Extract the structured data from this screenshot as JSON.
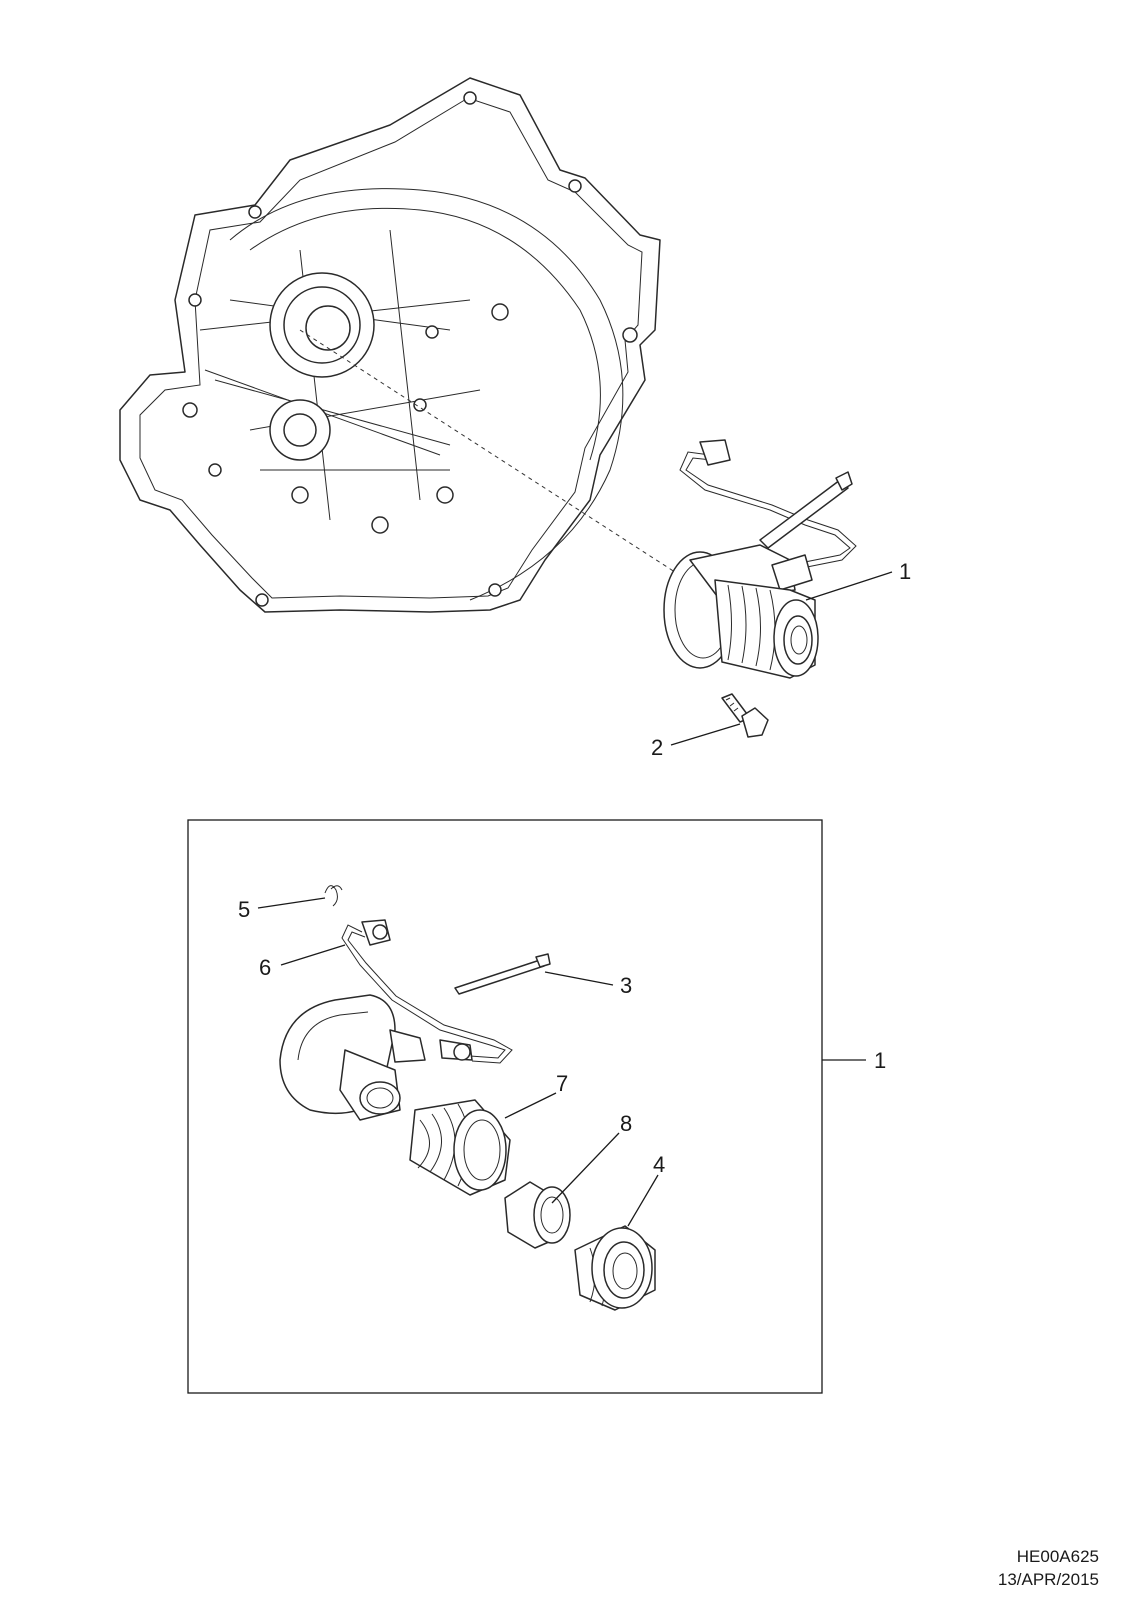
{
  "callouts": {
    "c1_top": "1",
    "c2": "2",
    "c1_box": "1",
    "c3": "3",
    "c4": "4",
    "c5": "5",
    "c6": "6",
    "c7": "7",
    "c8": "8"
  },
  "footer": {
    "code": "HE00A625",
    "date": "13/APR/2015"
  }
}
